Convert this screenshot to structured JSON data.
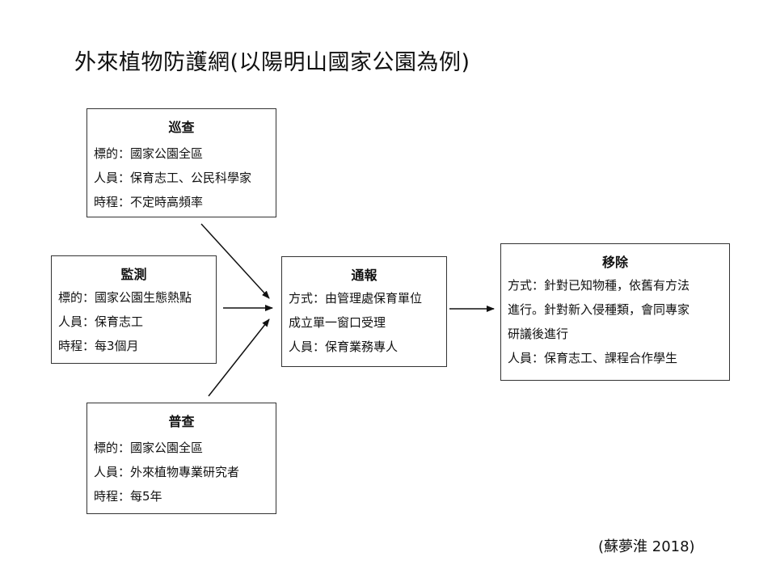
{
  "title": "外來植物防護網(以陽明山國家公園為例)",
  "patrol": {
    "title": "巡查",
    "lines": [
      "標的：國家公園全區",
      "人員：保育志工、公民科學家",
      "時程：不定時高頻率"
    ]
  },
  "monitor": {
    "title": "監測",
    "lines": [
      "標的：國家公園生態熱點",
      "人員：保育志工",
      "時程：每3個月"
    ]
  },
  "survey": {
    "title": "普查",
    "lines": [
      "標的：國家公園全區",
      "人員：外來植物專業研究者",
      "時程：每5年"
    ]
  },
  "report": {
    "title": "通報",
    "lines": [
      "方式：由管理處保育單位",
      "成立單一窗口受理",
      "人員：保育業務專人"
    ]
  },
  "removal": {
    "title": "移除",
    "lines": [
      "方式：針對已知物種，依舊有方法",
      "進行。針對新入侵種類，會同專家",
      "研議後進行",
      "人員：保育志工、課程合作學生"
    ]
  },
  "citation": "(蘇夢淮 2018)"
}
